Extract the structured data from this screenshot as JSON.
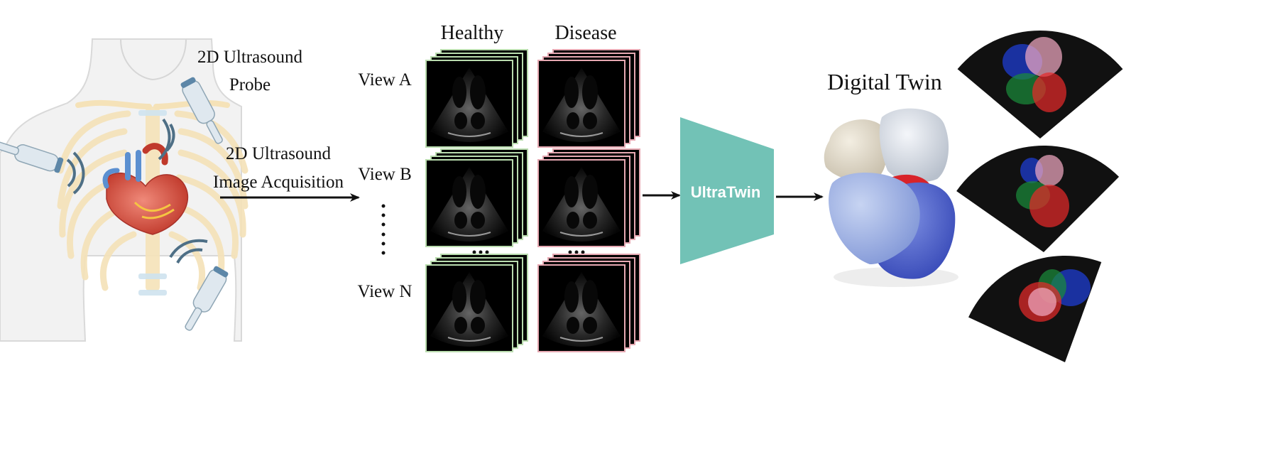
{
  "labels": {
    "probe_line1": "2D Ultrasound",
    "probe_line2": "Probe",
    "acquisition_line1": "2D Ultrasound",
    "acquisition_line2": "Image Acquisition",
    "column_healthy": "Healthy",
    "column_disease": "Disease",
    "view_a": "View A",
    "view_b": "View B",
    "view_n": "View N",
    "model_name": "UltraTwin",
    "output_title": "Digital Twin"
  },
  "colors": {
    "healthy_frame": "#b9dcae",
    "disease_frame": "#e6a8b2",
    "model_fill": "#72c2b6",
    "arrow": "#111111",
    "chamber_lv": "#e52a2a",
    "chamber_la": "#1a8a3a",
    "chamber_rv": "#1f3fd8",
    "chamber_ra": "#f0a8c0",
    "heart_mesh_left": "#9fb4e4",
    "heart_mesh_right": "#5a6fd0",
    "heart_mesh_atrium": "#e3dccd",
    "heart_mesh_atrium_right": "#dfe4ec"
  },
  "icons": [
    "torso-illustration",
    "ultrasound-probe-icon",
    "heart-icon",
    "echo-image",
    "heart-mesh-icon",
    "segmentation-overlay"
  ]
}
